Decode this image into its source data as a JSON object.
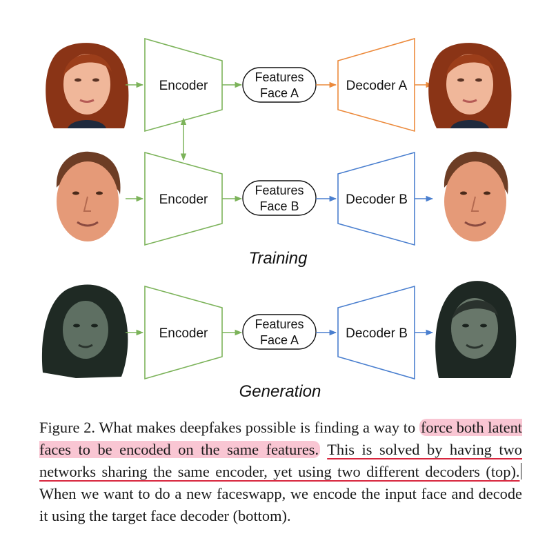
{
  "diagram": {
    "colors": {
      "encoder": "#7cb35a",
      "decoder_a": "#ec8a3c",
      "decoder_b": "#4a7fcf",
      "arrow_gray": "#777777",
      "hair_auburn": "#7a2f14",
      "skin": "#e8a282",
      "dark_photo": "#2f3c34"
    },
    "training_label": "Training",
    "generation_label": "Generation",
    "rows": [
      {
        "input_face": "amy-face-photo",
        "encoder_label": "Encoder",
        "features_line1": "Features",
        "features_line2": "Face A",
        "decoder_label": "Decoder A",
        "output_face": "amy-face-photo"
      },
      {
        "input_face": "nicolas-face-photo",
        "encoder_label": "Encoder",
        "features_line1": "Features",
        "features_line2": "Face B",
        "decoder_label": "Decoder B",
        "output_face": "nicolas-face-photo"
      },
      {
        "input_face": "amy-face-dark-photo",
        "encoder_label": "Encoder",
        "features_line1": "Features",
        "features_line2": "Face A",
        "decoder_label": "Decoder B",
        "output_face": "swapped-face-dark-photo"
      }
    ]
  },
  "caption": {
    "part1": "Figure 2. What makes deepfakes possible is finding a way to ",
    "highlight": "force both latent faces to be encoded on the same features.",
    "part2": " ",
    "underline": "This is solved by having two networks sharing the same encoder, yet using two different decoders (top).",
    "part3": " When we want to do a new faceswapp, we encode the input face and decode it using the target face decoder (bottom)."
  }
}
